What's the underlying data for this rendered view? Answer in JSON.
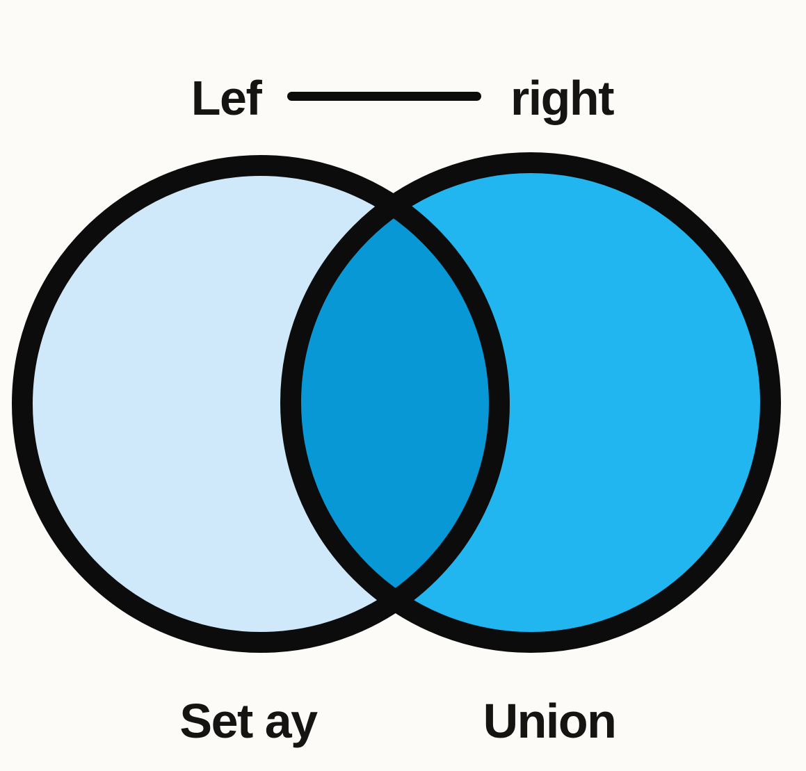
{
  "diagram": {
    "type": "venn-diagram",
    "labels": {
      "top_left": "Lef",
      "top_right": "right",
      "bottom_left": "Set ay",
      "bottom_right": "Union"
    },
    "colors": {
      "background": "#FCFBF8",
      "left_circle_fill": "#CFE9FA",
      "right_circle_fill": "#22B6F0",
      "intersection_fill": "#0898D6",
      "outline": "#0C0C0C",
      "text": "#161412"
    }
  }
}
